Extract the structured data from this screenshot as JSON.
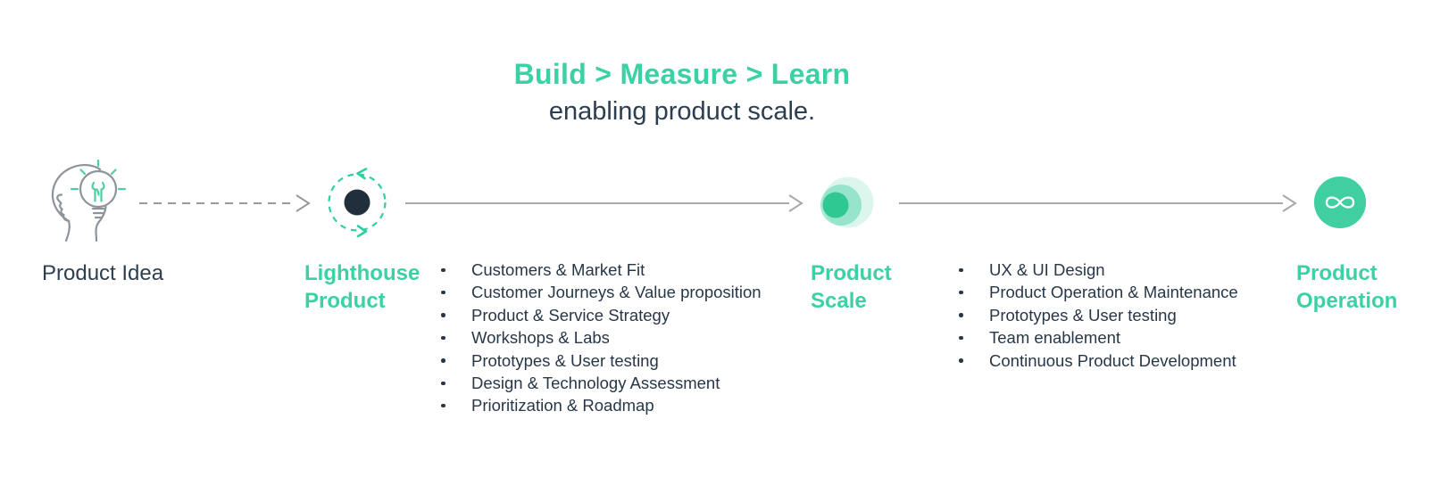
{
  "title": {
    "headline": "Build > Measure > Learn",
    "subtitle": "enabling product scale."
  },
  "palette": {
    "accent_green": "#3cd1a5",
    "node_green": "#3fcf9f",
    "navy_text": "#2d3e50",
    "node_dot_navy": "#212f3d",
    "arrow_gray": "#a6a8ab",
    "icon_gray": "#8d939b"
  },
  "stages": [
    {
      "label": "Product Idea",
      "icon": "head-lightbulb-icon",
      "bullets": []
    },
    {
      "label": "Lighthouse\nProduct",
      "icon": "iteration-loop-icon",
      "bullets": [
        "Customers & Market Fit",
        "Customer Journeys & Value proposition",
        "Product & Service Strategy",
        "Workshops & Labs",
        "Prototypes & User testing",
        "Design & Technology Assessment",
        "Prioritization & Roadmap"
      ]
    },
    {
      "label": "Product\nScale",
      "icon": "scaling-circles-icon",
      "bullets": [
        "UX & UI Design",
        "Product Operation & Maintenance",
        "Prototypes & User testing",
        "Team enablement",
        "Continuous Product Development"
      ]
    },
    {
      "label": "Product\nOperation",
      "icon": "infinity-icon",
      "bullets": []
    }
  ],
  "connectors": [
    {
      "from": "Product Idea",
      "to": "Lighthouse Product",
      "style": "dashed"
    },
    {
      "from": "Lighthouse Product",
      "to": "Product Scale",
      "style": "solid"
    },
    {
      "from": "Product Scale",
      "to": "Product Operation",
      "style": "solid"
    }
  ]
}
